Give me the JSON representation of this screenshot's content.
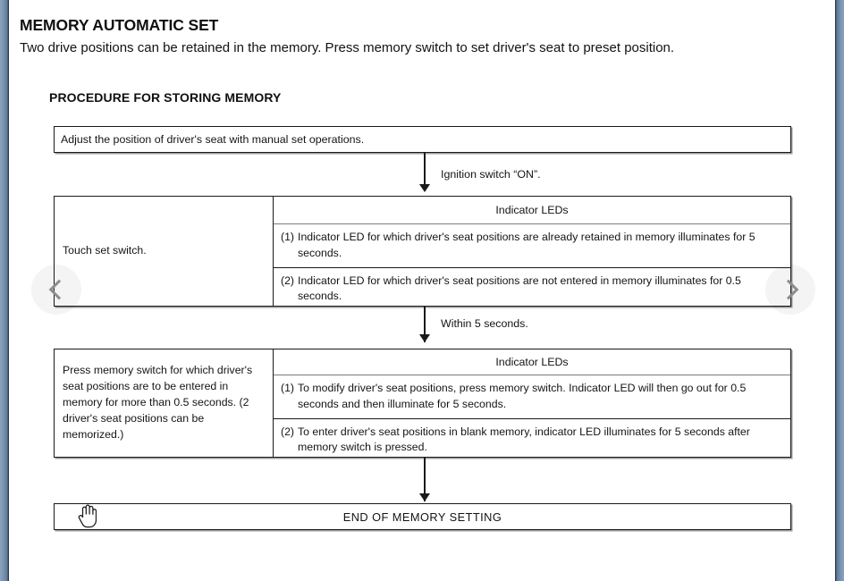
{
  "document": {
    "title": "MEMORY AUTOMATIC SET",
    "intro": "Two drive positions can be retained in the memory. Press memory switch to set driver's seat to preset position.",
    "section_title": "PROCEDURE FOR STORING MEMORY"
  },
  "flow": {
    "step1": {
      "text": "Adjust the position of driver's seat with manual set operations."
    },
    "connector1": {
      "label": "Ignition switch “ON”."
    },
    "step2": {
      "left": "Touch set switch.",
      "right_header": "Indicator LEDs",
      "rows": [
        {
          "marker": "(1)",
          "text": "Indicator LED for which driver's seat positions are already retained in memory illuminates for 5 seconds."
        },
        {
          "marker": "(2)",
          "text": "Indicator LED for which driver's seat positions are not entered in memory illuminates for 0.5 seconds."
        }
      ]
    },
    "connector2": {
      "label": "Within 5 seconds."
    },
    "step3": {
      "left": "Press memory switch for which driver's seat positions are to be entered in memory for more than 0.5 seconds. (2 driver's seat positions can be memorized.)",
      "right_header": "Indicator LEDs",
      "rows": [
        {
          "marker": "(1)",
          "text": "To modify driver's seat positions, press memory switch. Indicator LED will then go out for 0.5 seconds and then illuminate for 5 seconds."
        },
        {
          "marker": "(2)",
          "text": "To enter driver's seat positions in blank memory, indicator LED illuminates for 5 seconds after memory switch is pressed."
        }
      ]
    },
    "step4": {
      "text": "END OF MEMORY SETTING"
    }
  },
  "navigation": {
    "prev_icon": "chevron-left-icon",
    "next_icon": "chevron-right-icon"
  },
  "cursor": {
    "icon": "pointing-hand-cursor"
  },
  "colors": {
    "page_background": "#ffffff",
    "rail": "#7591ae",
    "box_border": "#1a1a1a",
    "text": "#141414",
    "nav_chevron": "#8d8d8d"
  }
}
